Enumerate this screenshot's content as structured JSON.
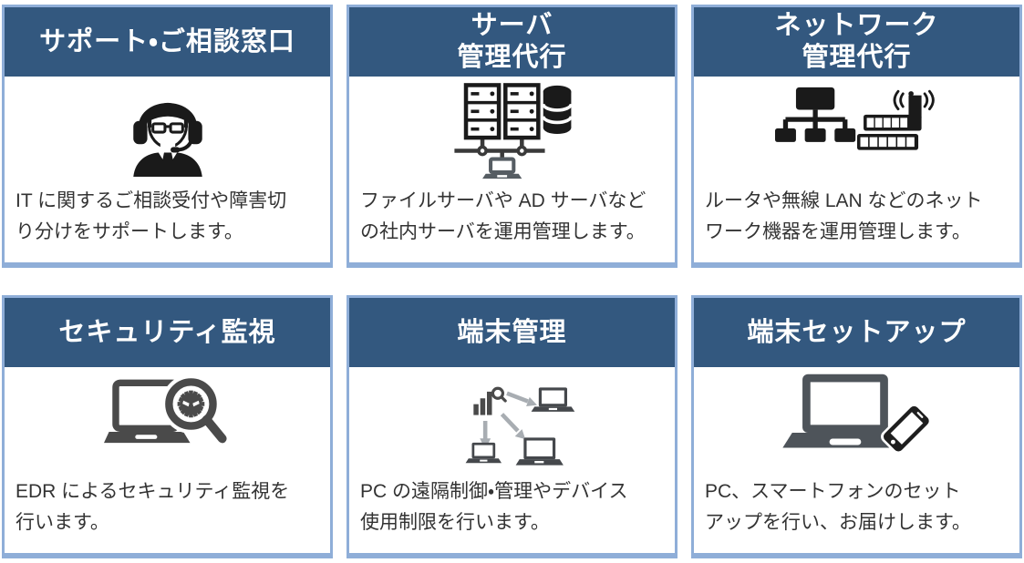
{
  "theme": {
    "header_bg": "#33587F",
    "header_text": "#ffffff",
    "card_border": "#8FAED8",
    "body_text": "#333333",
    "icon_black": "#1A1A1A",
    "icon_charcoal": "#4A4A4A",
    "arrow_gray": "#A8ADB2",
    "background": "#ffffff"
  },
  "cards": [
    {
      "id": "support-desk",
      "title": "サポート・ご相談窓口",
      "icon": "headset-operator-icon",
      "description": "IT に関するご相談受付や障害切\nり分けをサポートします。"
    },
    {
      "id": "server-management",
      "title": "サーバ\n管理代行",
      "icon": "servers-database-icon",
      "description": "ファイルサーバや AD サーバなど\nの社内サーバを運用管理します。"
    },
    {
      "id": "network-management",
      "title": "ネットワーク\n管理代行",
      "icon": "network-topology-icon",
      "description": "ルータや無線 LAN などのネット\nワーク機器を運用管理します。"
    },
    {
      "id": "security-monitoring",
      "title": "セキュリティ監視",
      "icon": "malware-magnifier-icon",
      "description": "EDR によるセキュリティ監視を\n行います。"
    },
    {
      "id": "device-management",
      "title": "端末管理",
      "icon": "remote-control-devices-icon",
      "description": "PC の遠隔制御・管理やデバイス\n使用制限を行います。"
    },
    {
      "id": "device-setup",
      "title": "端末セットアップ",
      "icon": "laptop-smartphone-icon",
      "description": "PC、スマートフォンのセット\nアップを行い、お届けします。"
    }
  ]
}
